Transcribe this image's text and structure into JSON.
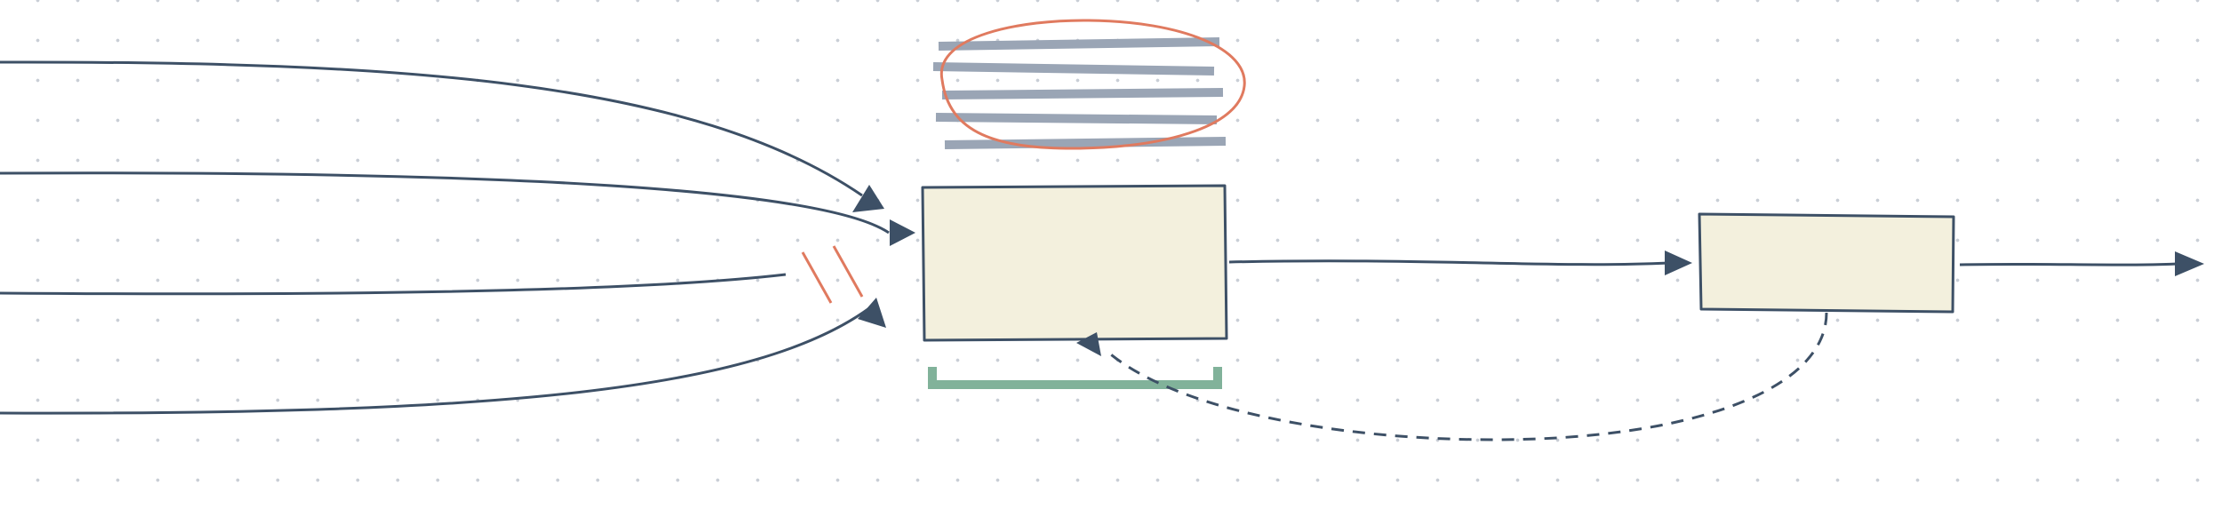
{
  "diagram": {
    "colors": {
      "stroke": "#3d5066",
      "box_fill": "#f3f0dd",
      "scribble": "#9aa5b5",
      "circle": "#e07a5f",
      "bracket": "#81b29a",
      "background": "#ffffff",
      "dot_grid": "#c9ced6"
    },
    "nodes": [
      {
        "id": "central-box",
        "label": ""
      },
      {
        "id": "output-box",
        "label": ""
      }
    ],
    "edges": [
      {
        "id": "input-1",
        "from": "left-edge",
        "to": "central-box",
        "style": "solid"
      },
      {
        "id": "input-2",
        "from": "left-edge",
        "to": "central-box",
        "style": "solid"
      },
      {
        "id": "input-3",
        "from": "left-edge",
        "to": "central-box",
        "style": "solid",
        "marker": "break"
      },
      {
        "id": "input-4",
        "from": "left-edge",
        "to": "central-box",
        "style": "solid"
      },
      {
        "id": "central-to-output",
        "from": "central-box",
        "to": "output-box",
        "style": "solid"
      },
      {
        "id": "output-exit",
        "from": "output-box",
        "to": "right-edge",
        "style": "solid"
      },
      {
        "id": "feedback-loop",
        "from": "output-box",
        "to": "central-box",
        "style": "dashed"
      }
    ],
    "annotations": [
      {
        "id": "scribble-lines",
        "kind": "crossed-out text",
        "enclosed_by": "circle"
      },
      {
        "id": "bracket",
        "kind": "bracket",
        "under": "central-box"
      }
    ]
  }
}
